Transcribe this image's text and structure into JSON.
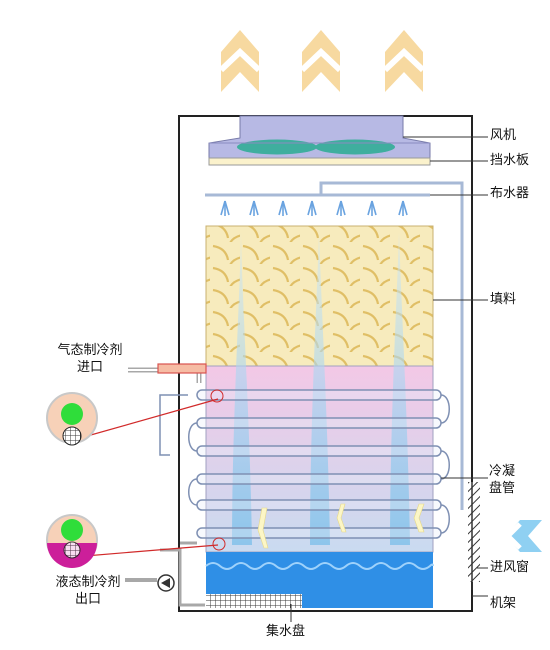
{
  "labels": {
    "fan": "风机",
    "drift_eliminator": "挡水板",
    "water_distributor": "布水器",
    "fill": "填料",
    "gas_inlet_line1": "气态制冷剂",
    "gas_inlet_line2": "进口",
    "condenser_coil_line1": "冷凝",
    "condenser_coil_line2": "盘管",
    "liquid_outlet_line1": "液态制冷剂",
    "liquid_outlet_line2": "出口",
    "air_inlet_louver": "进风窗",
    "frame": "机架",
    "water_basin": "集水盘"
  },
  "colors": {
    "exhaust_arrow": "#f7d9a0",
    "fan_housing": "#b7b9e4",
    "fan_blade": "#3fae9e",
    "fill": "#f7ebbd",
    "fill_wave": "#e0bf66",
    "air_stream": "#a9d3ef",
    "coil_zone_top": "#f3c8e6",
    "coil_zone_bottom": "#c9dbf0",
    "basin_water": "#2f8fe6",
    "gas_pipe": "#d9534f",
    "liquid_refrigerant": "#cc1f9a"
  }
}
